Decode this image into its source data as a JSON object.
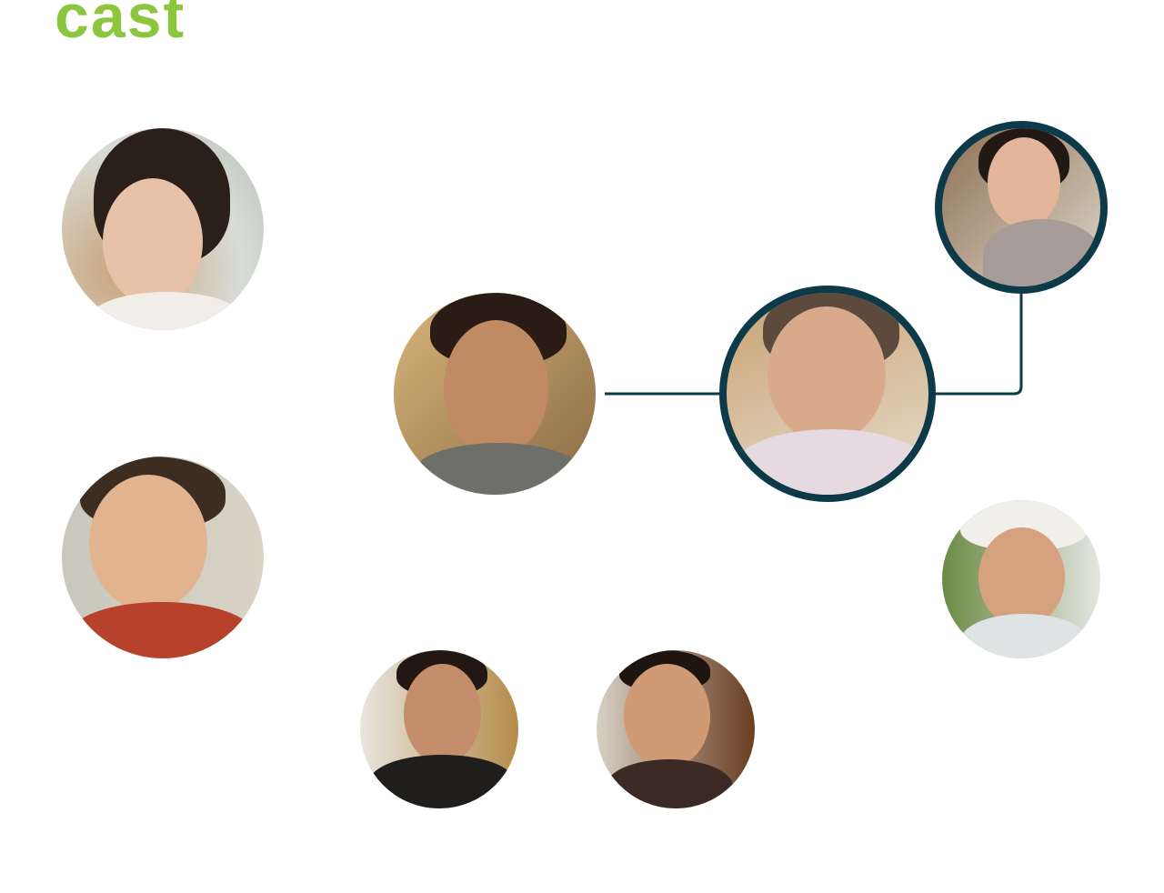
{
  "page": {
    "title": "cast"
  },
  "colors": {
    "title": "#8cc63f",
    "connector": "#0d3a48",
    "background": "#ffffff"
  },
  "cast": [
    {
      "id": "woman-short-hair",
      "highlighted": false
    },
    {
      "id": "man-center",
      "highlighted": false
    },
    {
      "id": "grandmother",
      "highlighted": true
    },
    {
      "id": "woman-top-right",
      "highlighted": true
    },
    {
      "id": "boy",
      "highlighted": false
    },
    {
      "id": "old-man-hat",
      "highlighted": false
    },
    {
      "id": "man-mustache",
      "highlighted": false
    },
    {
      "id": "young-man-smiling",
      "highlighted": false
    }
  ]
}
